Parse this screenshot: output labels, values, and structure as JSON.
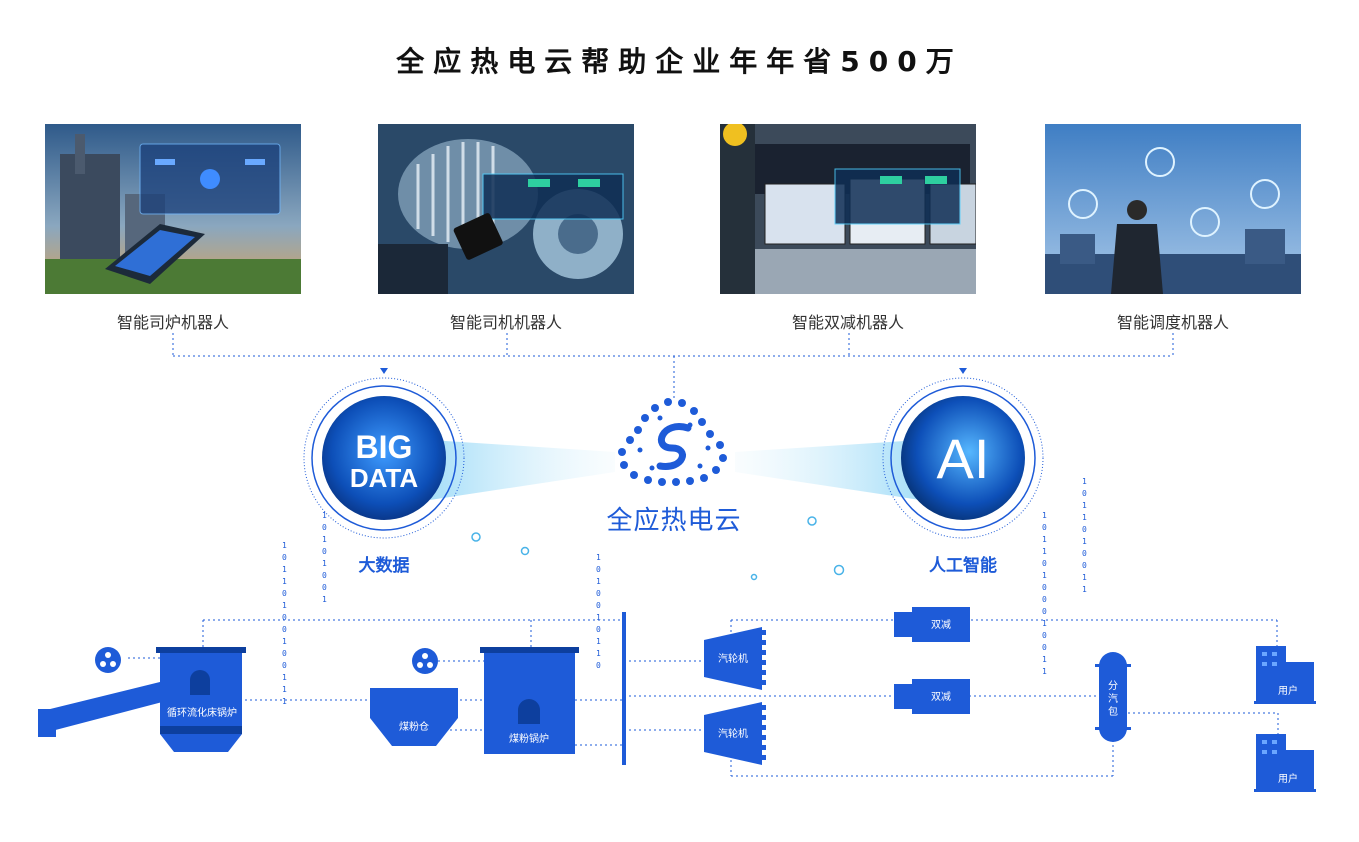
{
  "title": "全应热电云帮助企业年年省500万",
  "robots": [
    {
      "label": "智能司炉机器人"
    },
    {
      "label": "智能司机机器人"
    },
    {
      "label": "智能双减机器人"
    },
    {
      "label": "智能调度机器人"
    }
  ],
  "center": {
    "big_data_line1": "BIG",
    "big_data_line2": "DATA",
    "big_data_caption": "大数据",
    "cloud_caption": "全应热电云",
    "ai_text": "AI",
    "ai_caption": "人工智能"
  },
  "equipment": {
    "cfb_boiler": "循环流化床锅炉",
    "coal_bin": "煤粉仓",
    "pc_boiler": "煤粉锅炉",
    "turbine_1": "汽轮机",
    "turbine_2": "汽轮机",
    "reducer_1": "双减",
    "reducer_2": "双减",
    "header_1": "分",
    "header_2": "汽",
    "header_3": "包",
    "user_1": "用户",
    "user_2": "用户"
  },
  "colors": {
    "primary_blue": "#1e5bd8",
    "dark_blue": "#0d3f9e",
    "light_blue": "#bfe4f8"
  }
}
